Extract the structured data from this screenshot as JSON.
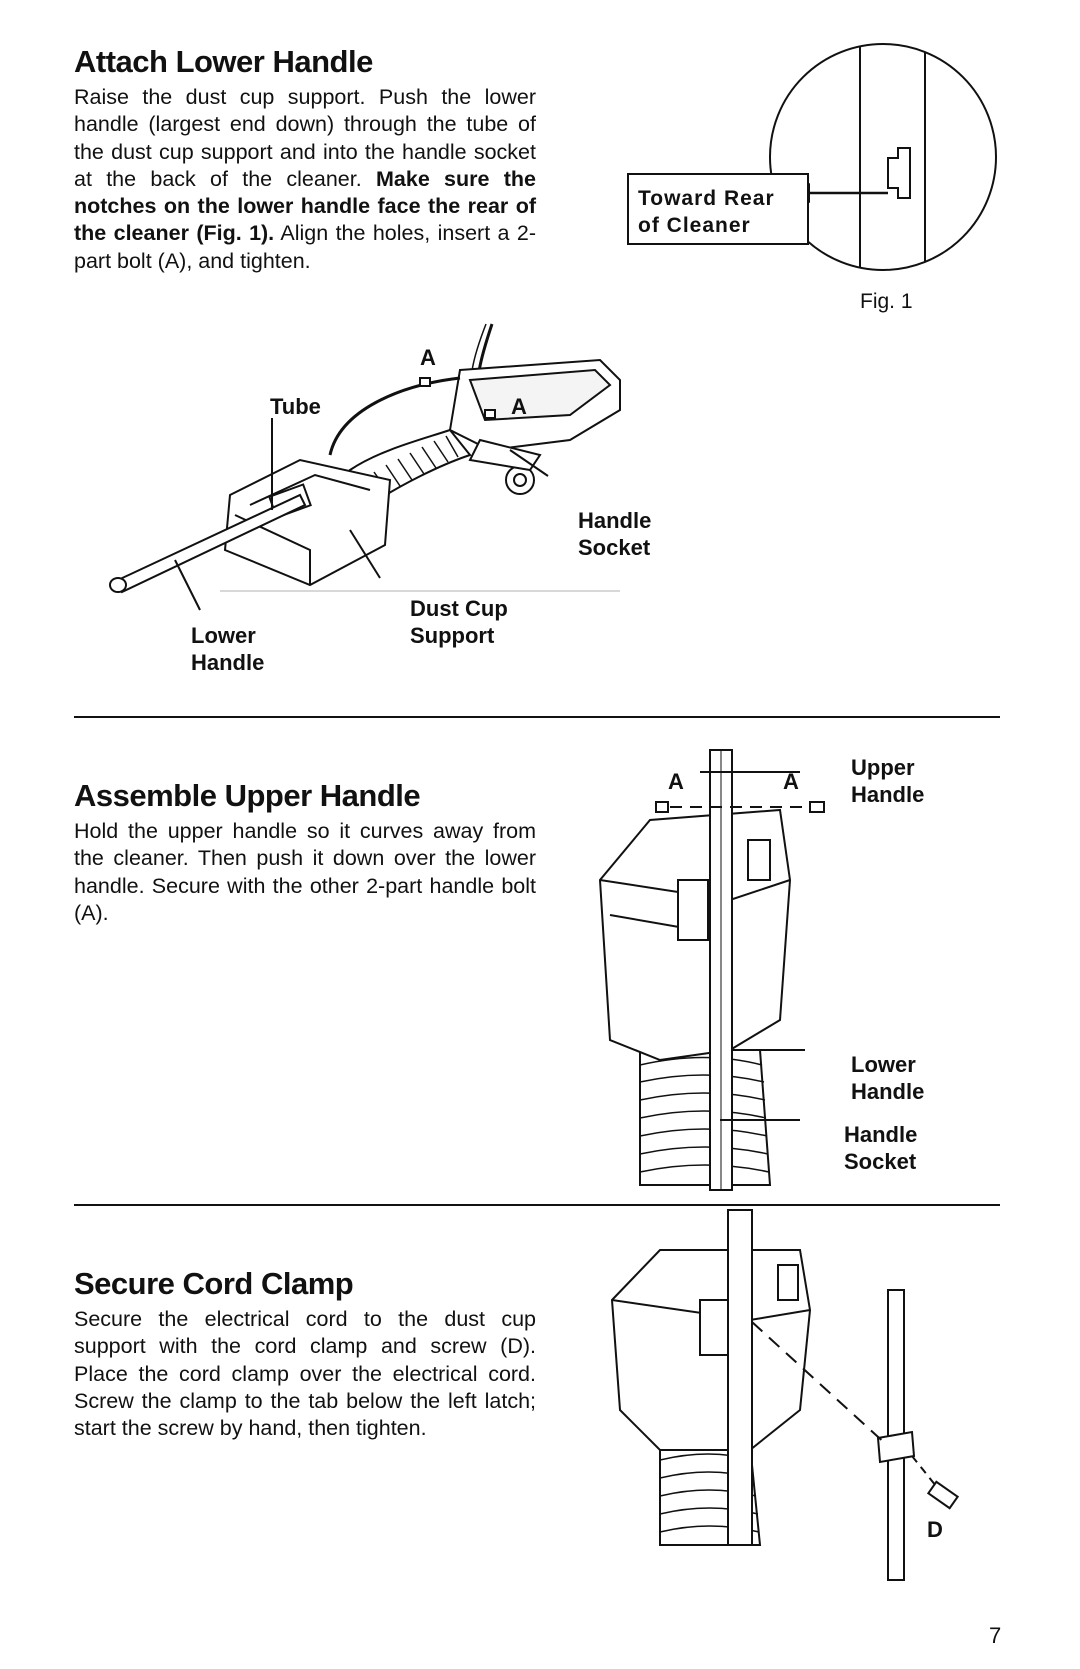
{
  "sections": {
    "attach": {
      "title": "Attach Lower Handle",
      "text_1": "Raise the dust cup support. Push the lower handle (largest end down) through the tube of the dust cup support and into the handle socket at the back of the cleaner.",
      "text_bold": "Make sure the notches on the lower handle face the rear of the cleaner (Fig. 1).",
      "text_2": "Align the holes, insert a 2-part bolt (A), and tighten."
    },
    "assemble": {
      "title": "Assemble Upper Handle",
      "text": "Hold the upper handle so it curves away from the cleaner. Then push it down over the lower handle. Secure with the other 2-part handle bolt (A)."
    },
    "cord": {
      "title": "Secure Cord Clamp",
      "text": "Secure the electrical cord to the dust cup support with the cord clamp and screw (D). Place the cord clamp over the electrical cord. Screw the clamp to the tab below the left latch; start the screw by hand, then tighten."
    }
  },
  "fig1": {
    "box_line1": "Toward Rear",
    "box_line2": "of Cleaner",
    "caption": "Fig. 1"
  },
  "diagram1": {
    "label_a1": "A",
    "label_a2": "A",
    "tube": "Tube",
    "handle_socket_1": "Handle",
    "handle_socket_2": "Socket",
    "dust_cup_1": "Dust Cup",
    "dust_cup_2": "Support",
    "lower_handle_1": "Lower",
    "lower_handle_2": "Handle"
  },
  "diagram2": {
    "label_a1": "A",
    "label_a2": "A",
    "upper_handle_1": "Upper",
    "upper_handle_2": "Handle",
    "lower_handle_1": "Lower",
    "lower_handle_2": "Handle",
    "handle_socket_1": "Handle",
    "handle_socket_2": "Socket"
  },
  "diagram3": {
    "label_d": "D"
  },
  "page_number": "7"
}
